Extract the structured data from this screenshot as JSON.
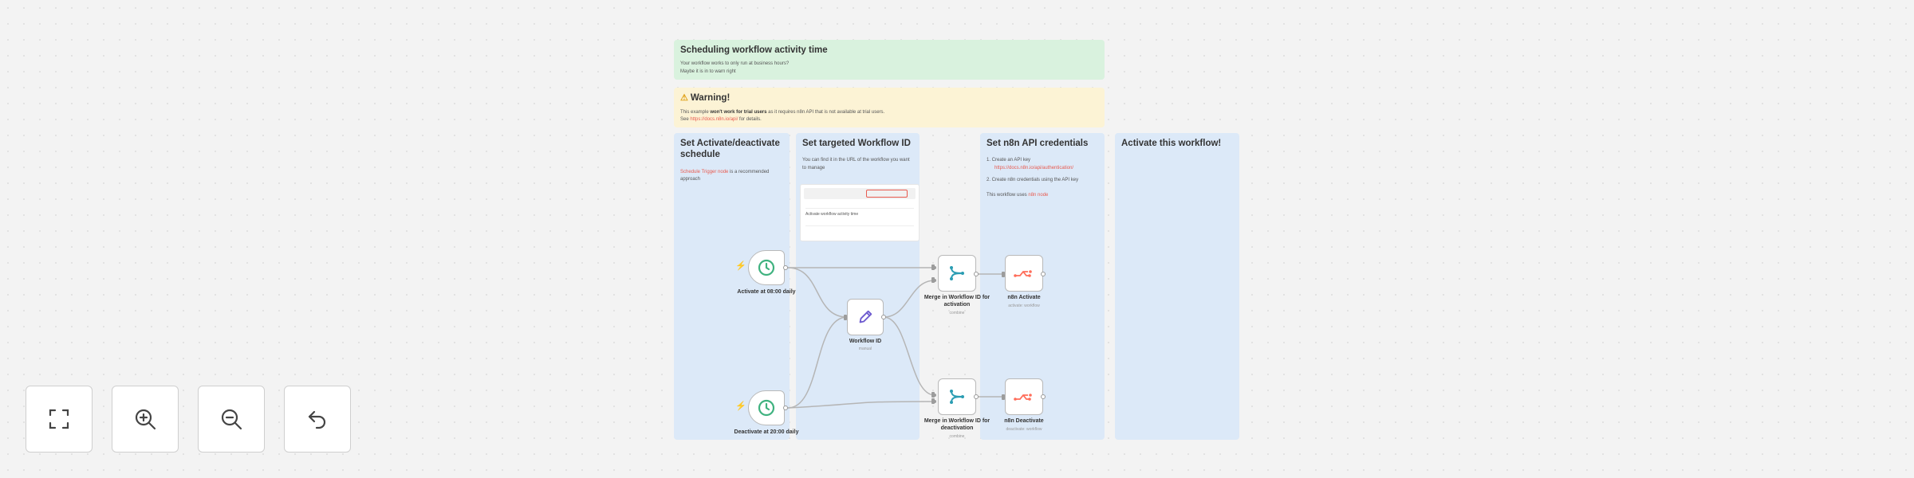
{
  "notes": {
    "scheduling": {
      "title": "Scheduling workflow activity time",
      "body_line1": "Your workflow works to only run at business hours?",
      "body_line2": "Maybe it is in to warn right"
    },
    "warning": {
      "title": "Warning!",
      "body_prefix": "This example ",
      "body_bold": "won't work for trial users",
      "body_suffix": " as it requires n8n API that is not available at trial users.",
      "body_line2_prefix": "See ",
      "body_line2_link": "https://docs.n8n.io/api/",
      "body_line2_suffix": " for details."
    },
    "activate_schedule": {
      "title": "Set Activate/deactivate schedule",
      "body_link": "Schedule Trigger node",
      "body_rest": " is a recommended approach"
    },
    "workflow_id": {
      "title": "Set targeted Workflow ID",
      "body": "You can find it in the URL of the workflow you want to manage",
      "shot_caption": "Activate workflow activity time"
    },
    "api_credentials": {
      "title": "Set n8n API credentials",
      "step1": "1. Create an API key",
      "step1_link": "https://docs.n8n.io/api/authentication/",
      "step2": "2. Create n8n credentials using the API key",
      "footer_prefix": "This workflow uses ",
      "footer_link": "n8n node"
    },
    "activate_this": {
      "title": "Activate this workflow!"
    }
  },
  "nodes": {
    "activate_trigger": {
      "label": "Activate at 08:00 daily"
    },
    "deactivate_trigger": {
      "label": "Deactivate at 20:00 daily"
    },
    "workflow_id": {
      "label": "Workflow ID",
      "sub": "manual"
    },
    "merge_activation": {
      "label": "Merge in Workflow ID for activation",
      "sub": "combine"
    },
    "merge_deactivation": {
      "label": "Merge in Workflow ID for deactivation",
      "sub": "combine"
    },
    "n8n_activate": {
      "label": "n8n Activate",
      "sub": "activate: workflow"
    },
    "n8n_deactivate": {
      "label": "n8n Deactivate",
      "sub": "deactivate: workflow"
    }
  },
  "controls": {
    "fit_view": "fit-view-icon",
    "zoom_in": "zoom-in-icon",
    "zoom_out": "zoom-out-icon",
    "reset": "undo-icon"
  },
  "colors": {
    "trigger_green": "#3fb27f",
    "action_red": "#ff6d5a",
    "merge_teal": "#2b9db3",
    "edit_purple": "#6d5acf"
  }
}
